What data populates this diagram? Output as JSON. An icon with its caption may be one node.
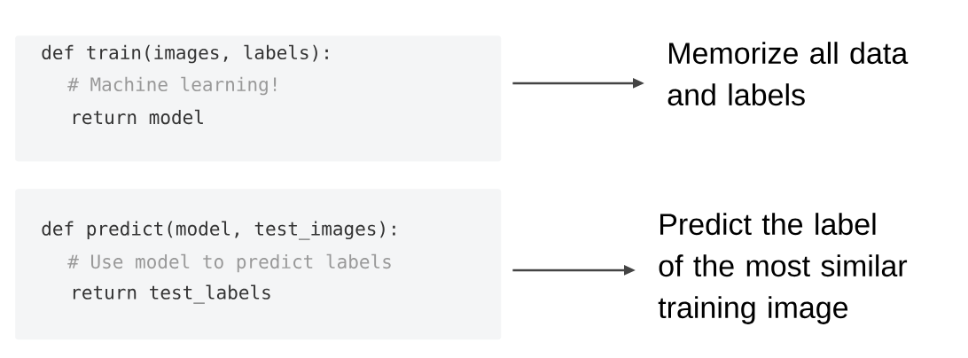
{
  "diagram": {
    "nodes": [
      {
        "text": [
          "def train(images, labels):",
          "# Machine learning!",
          "return model"
        ]
      },
      {
        "text": [
          "def predict(model, test_images):",
          "# Use model to predict labels",
          "return test_labels"
        ]
      },
      {
        "text": [
          "Memorize all data and labels"
        ]
      },
      {
        "text": [
          "Predict the label of the most similar training image"
        ]
      }
    ],
    "edges": [
      {
        "from": 0,
        "to": 2,
        "arrow": "to"
      },
      {
        "from": 1,
        "to": 3,
        "arrow": "to"
      }
    ]
  }
}
